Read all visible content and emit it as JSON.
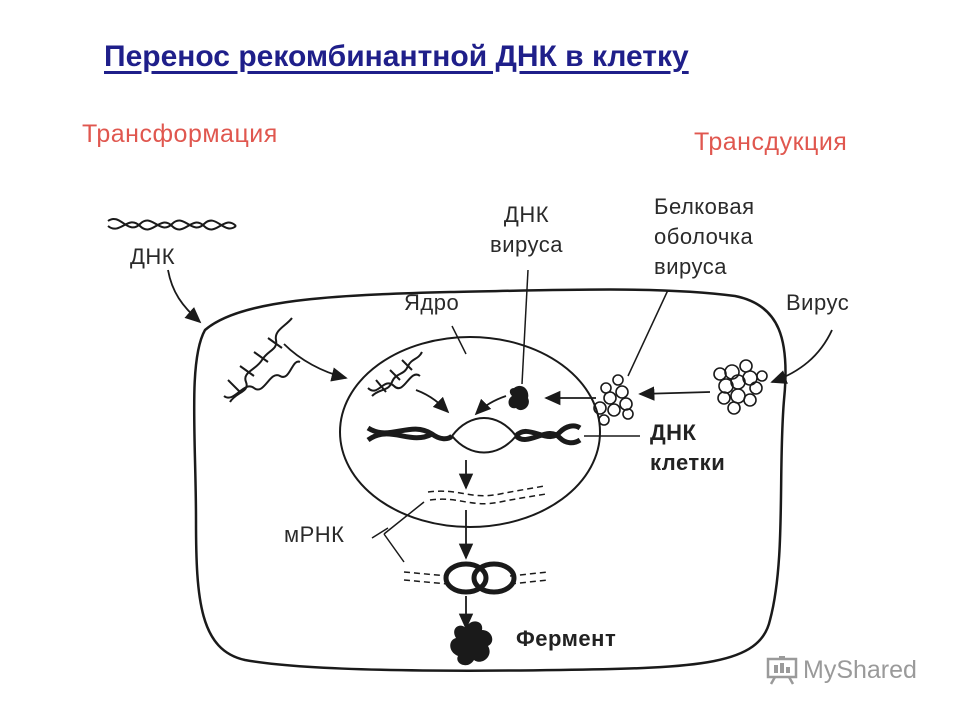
{
  "title": "Перенос рекомбинантной ДНК в клетку",
  "labels": {
    "transformation": "Трансформация",
    "transduction": "Трансдукция",
    "dna": "ДНК",
    "virus_dna_line1": "ДНК",
    "virus_dna_line2": "вируса",
    "protein_coat_line1": "Белковая",
    "protein_coat_line2": "оболочка",
    "protein_coat_line3": "вируса",
    "nucleus": "Ядро",
    "virus": "Вирус",
    "cell_dna_line1": "ДНК",
    "cell_dna_line2": "клетки",
    "mrna": "мРНК",
    "enzyme": "Фермент"
  },
  "colors": {
    "title": "#1f1f8a",
    "highlight_labels": "#e0574f",
    "lines": "#1a1a1a"
  },
  "watermark": {
    "text": "MyShared",
    "icon": "presentation-board-icon"
  }
}
